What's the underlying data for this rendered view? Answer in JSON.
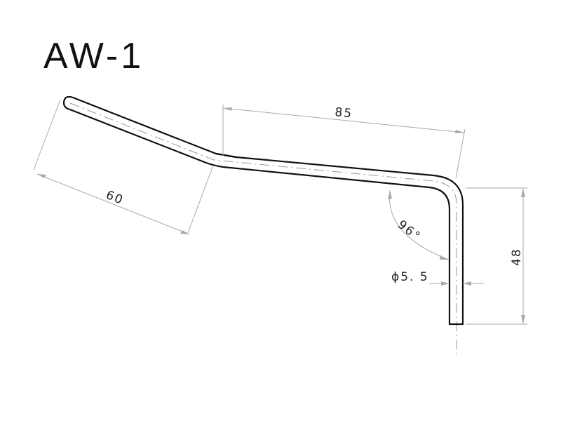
{
  "title": "AW-1",
  "dimensions": {
    "segment_1_length": "60",
    "segment_2_length": "85",
    "bend_angle": "96°",
    "rod_diameter": "ϕ5. 5",
    "leg_height": "48"
  }
}
